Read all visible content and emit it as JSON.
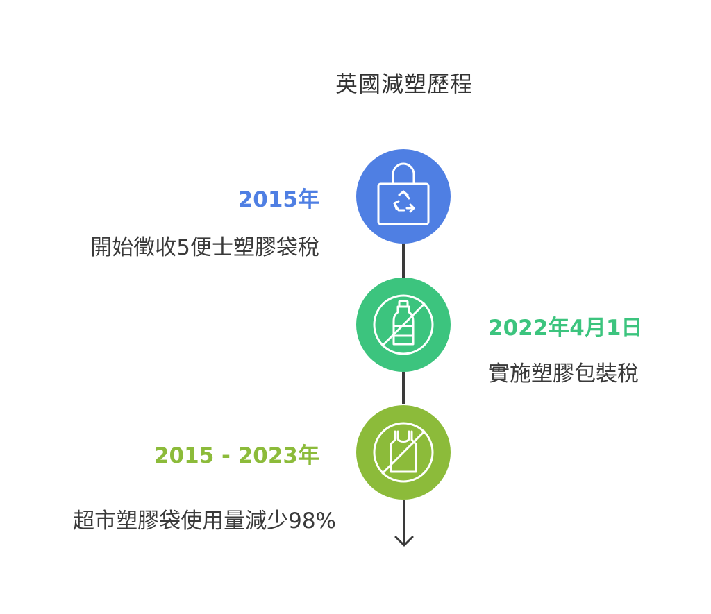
{
  "title": "英國減塑歷程",
  "colors": {
    "blue": "#4f7fe3",
    "green": "#3cc47e",
    "lime": "#8cbb3a",
    "connector": "#3a3a3a",
    "text": "#3a3a3a"
  },
  "events": [
    {
      "date": "2015年",
      "description": "開始徵收5便士塑膠袋稅",
      "icon": "recycle-bag-icon"
    },
    {
      "date": "2022年4月1日",
      "description": "實施塑膠包裝稅",
      "icon": "no-plastic-bottle-icon"
    },
    {
      "date": "2015 - 2023年",
      "description": "超市塑膠袋使用量減少98%",
      "icon": "no-plastic-bag-icon"
    }
  ]
}
